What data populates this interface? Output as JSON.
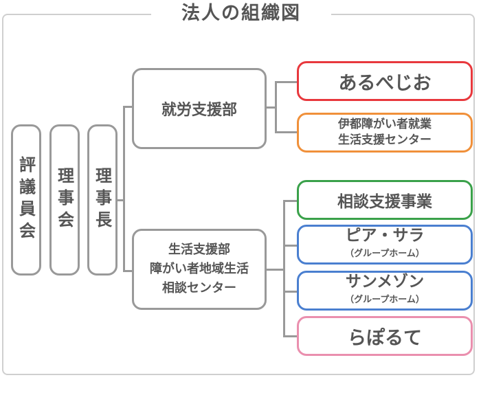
{
  "title": "法人の組織図",
  "board": {
    "council": "評議員会",
    "directors": "理事会",
    "chairman": "理事長"
  },
  "departments": {
    "employment": "就労支援部",
    "living_line1": "生活支援部",
    "living_line2": "障がい者地域生活",
    "living_line3": "相談センター"
  },
  "units": {
    "arupejio": "あるぺじお",
    "ito_line1": "伊都障がい者就業",
    "ito_line2": "生活支援センター",
    "consult": "相談支援事業",
    "piasara": "ピア・サラ",
    "piasara_sub": "（グループホーム）",
    "sanmezon": "サンメゾン",
    "sanmezon_sub": "（グループホーム）",
    "laporte": "らぽるて"
  },
  "colors": {
    "red": "#e8383d",
    "orange": "#f0903a",
    "green": "#3aa14a",
    "blue": "#4a7fd0",
    "pink": "#ea8fae",
    "gray": "#999999"
  }
}
